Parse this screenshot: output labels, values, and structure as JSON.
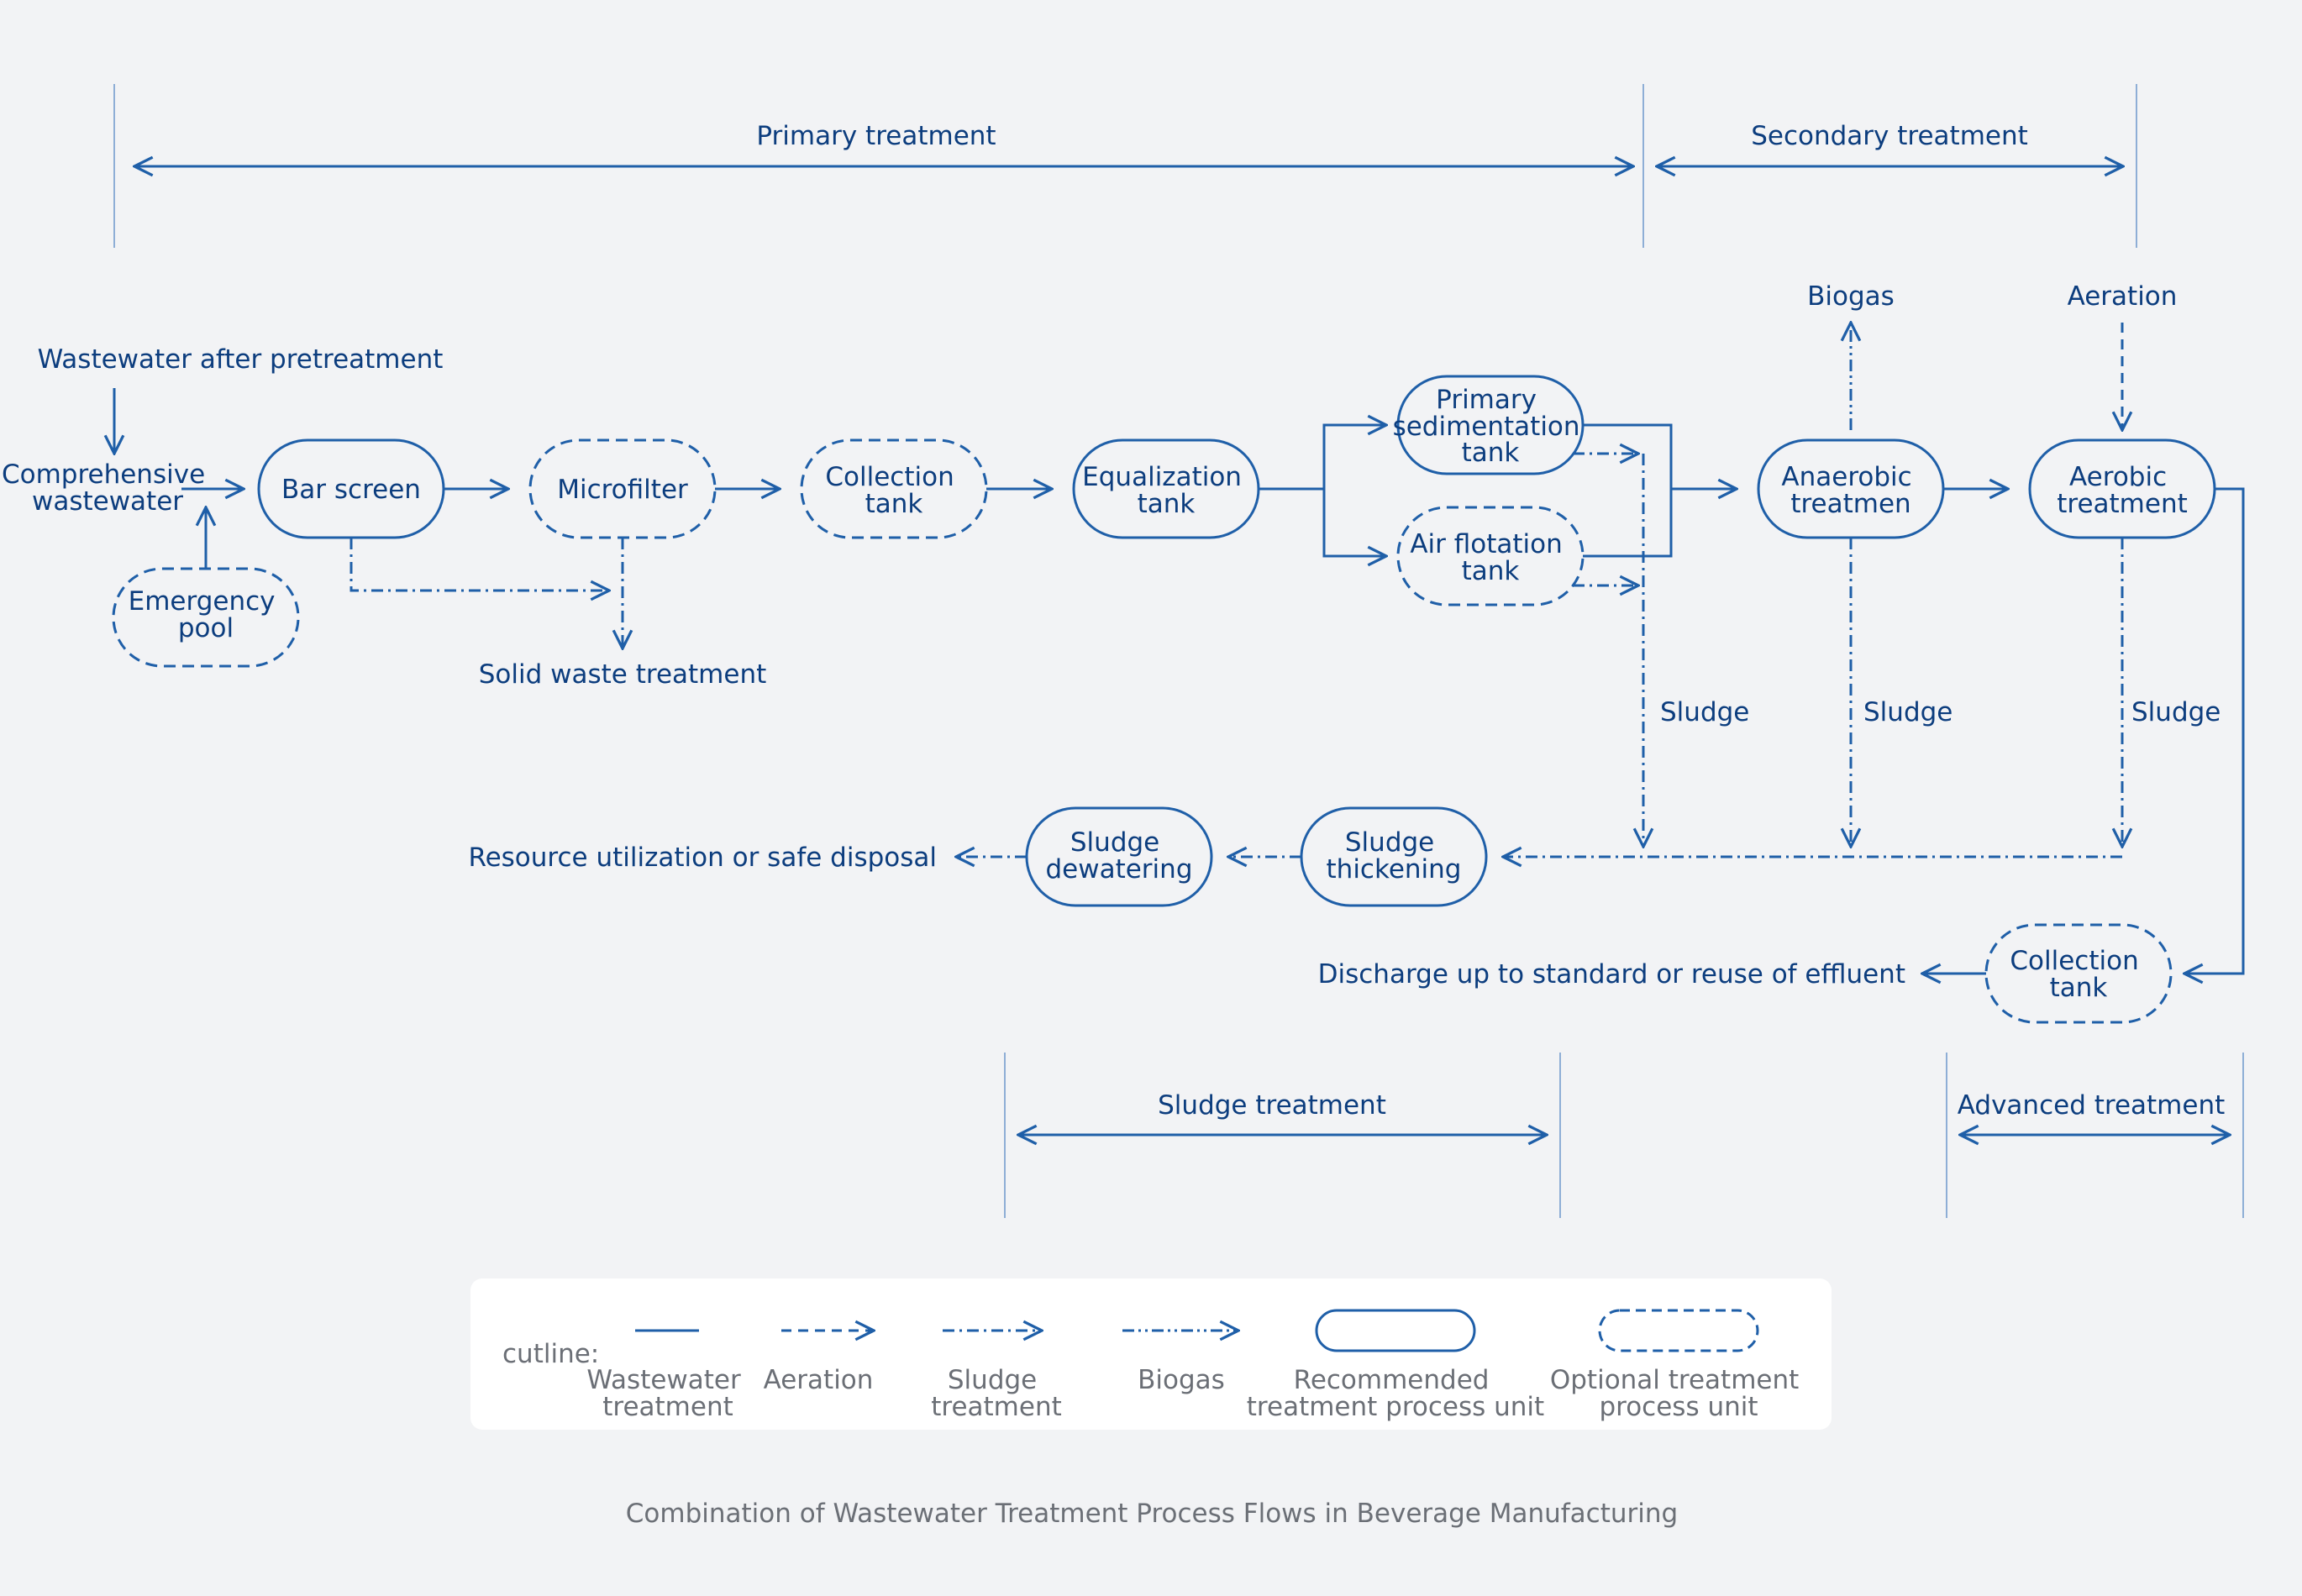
{
  "title": "Combination of Wastewater Treatment Process Flows in Beverage Manufacturing",
  "colors": {
    "line": "#1f5fa8",
    "text": "#0c3d7e",
    "muted": "#6b6f76",
    "stage_rule": "#8eaed6",
    "background": "#f2f3f5",
    "legend_bg": "#ffffff"
  },
  "stages": {
    "primary": "Primary treatment",
    "secondary": "Secondary treatment",
    "sludge": "Sludge treatment",
    "advanced": "Advanced treatment"
  },
  "inputs": {
    "after_pretreatment": "Wastewater after pretreatment",
    "comprehensive": [
      "Comprehensive",
      "wastewater"
    ]
  },
  "units": {
    "emergency_pool": [
      "Emergency",
      "pool"
    ],
    "bar_screen": [
      "Bar screen"
    ],
    "microfilter": [
      "Microfilter"
    ],
    "collection_tank_1": [
      "Collection",
      "tank"
    ],
    "equalization_tank": [
      "Equalization",
      "tank"
    ],
    "primary_sedimentation_tank": [
      "Primary",
      "sedimentation",
      "tank"
    ],
    "air_flotation_tank": [
      "Air flotation",
      "tank"
    ],
    "anaerobic": [
      "Anaerobic",
      "treatmen"
    ],
    "aerobic": [
      "Aerobic",
      "treatment"
    ],
    "sludge_thickening": [
      "Sludge",
      "thickening"
    ],
    "sludge_dewatering": [
      "Sludge",
      "dewatering"
    ],
    "collection_tank_2": [
      "Collection",
      "tank"
    ]
  },
  "outputs": {
    "solid_waste": "Solid waste treatment",
    "biogas": "Biogas",
    "aeration": "Aeration",
    "sludge": "Sludge",
    "resource": "Resource utilization or safe disposal",
    "discharge": "Discharge up to standard or reuse of effluent"
  },
  "legend": {
    "prefix": "cutline:",
    "items": [
      {
        "key": "wastewater",
        "lines": [
          "Wastewater",
          "treatment"
        ]
      },
      {
        "key": "aeration",
        "lines": [
          "Aeration"
        ]
      },
      {
        "key": "sludge",
        "lines": [
          "Sludge",
          "treatment"
        ]
      },
      {
        "key": "biogas",
        "lines": [
          "Biogas"
        ]
      },
      {
        "key": "recommended",
        "lines": [
          "Recommended",
          "treatment process unit"
        ]
      },
      {
        "key": "optional",
        "lines": [
          "Optional treatment",
          "process unit"
        ]
      }
    ]
  }
}
